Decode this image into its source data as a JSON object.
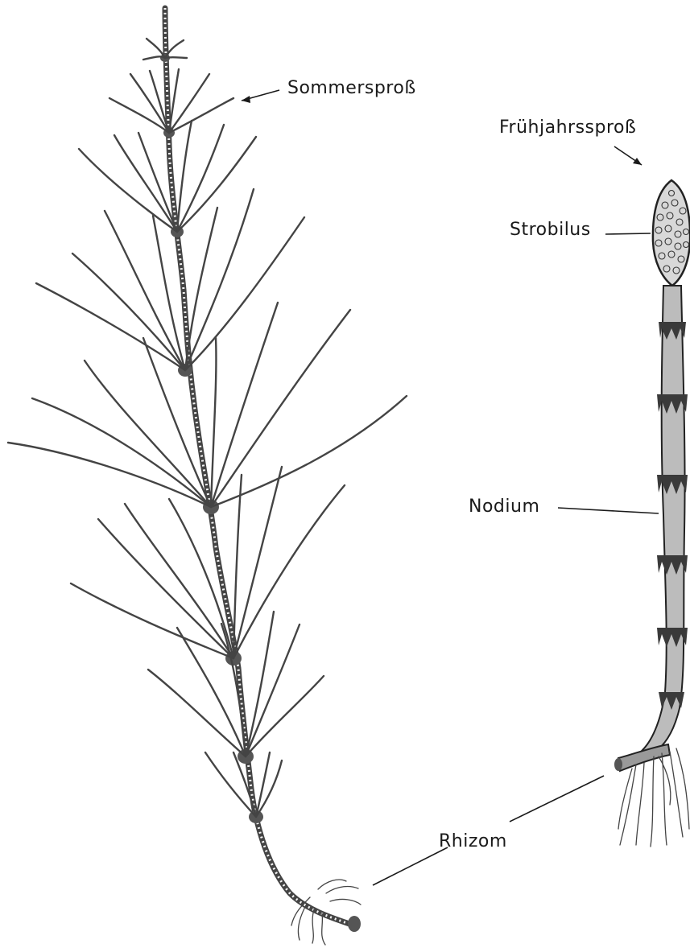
{
  "labels": {
    "sommerspross": "Sommersproß",
    "fruehjahrsspross": "Frühjahrssproß",
    "strobilus": "Strobilus",
    "nodium": "Nodium",
    "rhizom": "Rhizom"
  }
}
